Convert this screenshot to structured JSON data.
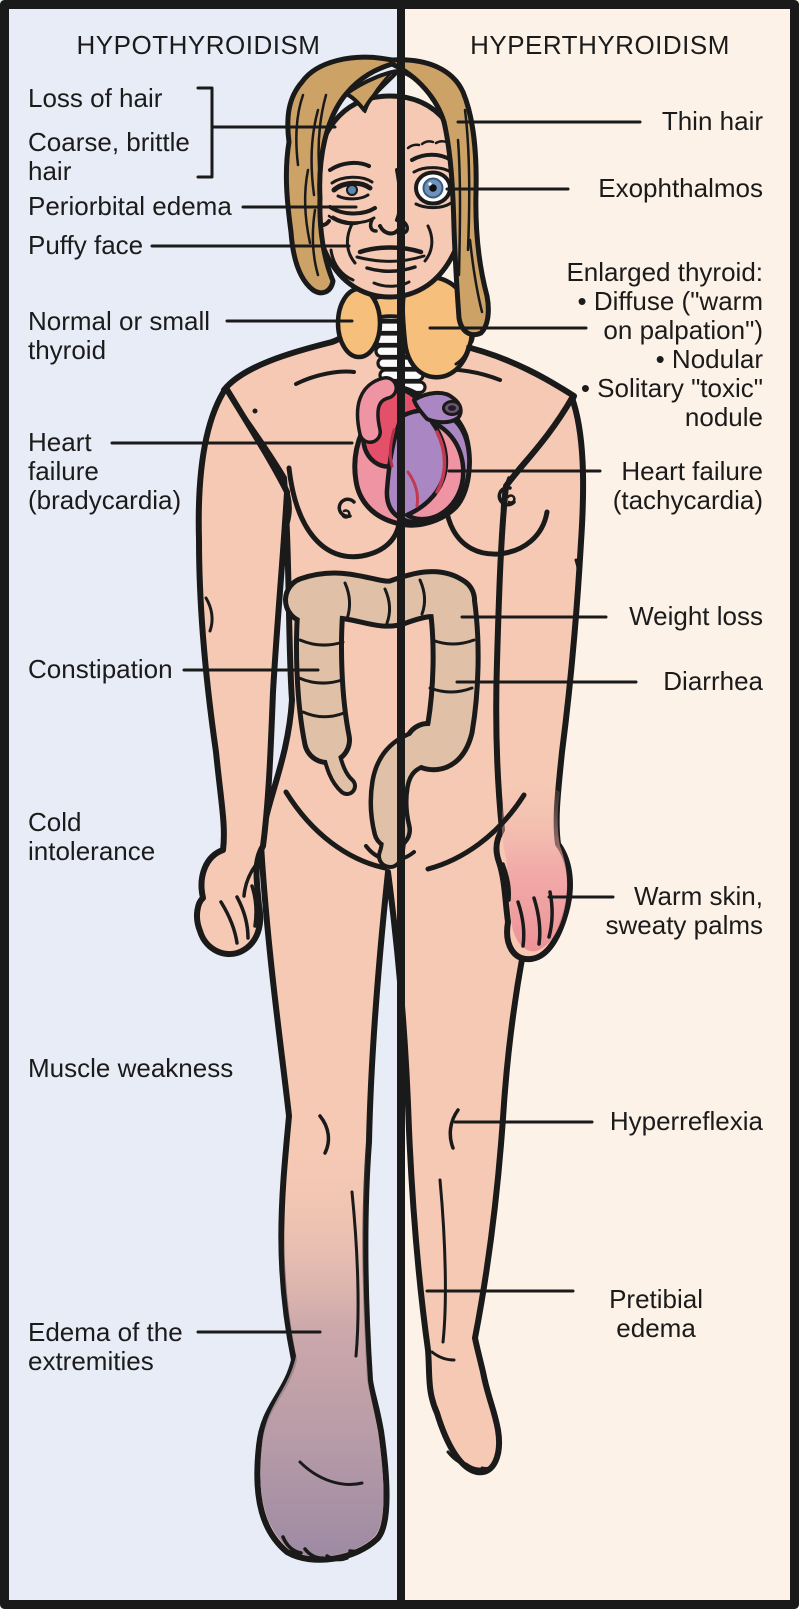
{
  "left_panel": {
    "title": "HYPOTHYROIDISM",
    "bg_color": "#e8ecf6",
    "labels": [
      {
        "id": "loss-of-hair",
        "text": "Loss of hair"
      },
      {
        "id": "coarse-brittle-hair",
        "text": "Coarse, brittle\nhair"
      },
      {
        "id": "periorbital-edema",
        "text": "Periorbital edema"
      },
      {
        "id": "puffy-face",
        "text": "Puffy face"
      },
      {
        "id": "normal-small-thyroid",
        "text": "Normal or small\nthyroid"
      },
      {
        "id": "heart-failure-bradycardia",
        "text": "Heart\nfailure\n(bradycardia)"
      },
      {
        "id": "constipation",
        "text": "Constipation"
      },
      {
        "id": "cold-intolerance",
        "text": "Cold\nintolerance"
      },
      {
        "id": "muscle-weakness",
        "text": "Muscle weakness"
      },
      {
        "id": "edema-extremities",
        "text": "Edema of the\nextremities"
      }
    ]
  },
  "right_panel": {
    "title": "HYPERTHYROIDISM",
    "bg_color": "#fdf2e7",
    "labels": [
      {
        "id": "thin-hair",
        "text": "Thin hair"
      },
      {
        "id": "exophthalmos",
        "text": "Exophthalmos"
      },
      {
        "id": "enlarged-thyroid",
        "text": "Enlarged thyroid:\n• Diffuse (\"warm\non palpation\")\n• Nodular\n• Solitary \"toxic\"\nnodule"
      },
      {
        "id": "heart-failure-tachycardia",
        "text": "Heart failure\n(tachycardia)"
      },
      {
        "id": "weight-loss",
        "text": "Weight loss"
      },
      {
        "id": "diarrhea",
        "text": "Diarrhea"
      },
      {
        "id": "warm-skin-sweaty-palms",
        "text": "Warm skin,\nsweaty palms"
      },
      {
        "id": "hyperreflexia",
        "text": "Hyperreflexia"
      },
      {
        "id": "pretibial-edema",
        "text": "Pretibial\nedema"
      }
    ]
  },
  "figure_parts": {
    "body": "split-body-woman-illustration",
    "thyroid": "thyroid-gland",
    "trachea": "trachea-rings",
    "heart": "heart-organ",
    "colon": "large-intestine",
    "edema_leg": "edematous-left-leg",
    "warm_hand": "warm-right-hand"
  },
  "palette": {
    "outline": "#1a1a1a",
    "skin": "#f5c9b4",
    "hair": "#cda266",
    "thyroid": "#f6c07c",
    "heart_red": "#e4506a",
    "heart_pink": "#ef94a3",
    "heart_purple": "#aa87c2",
    "intestine": "#e0c1a8",
    "edema": "#9c8aa3",
    "warm_skin": "#ec8b94",
    "eye_iris": "#6d93bd",
    "left_bg": "#e8ecf6",
    "right_bg": "#fdf2e7"
  }
}
